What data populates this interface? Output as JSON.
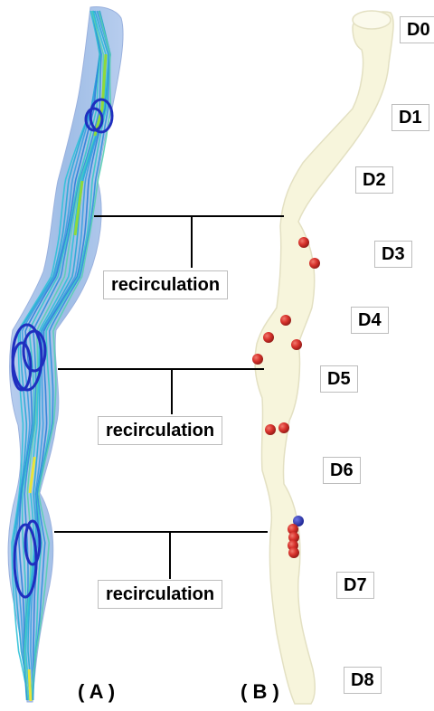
{
  "panels": {
    "a_label": "( A )",
    "b_label": "( B )"
  },
  "recirculation_labels": [
    "recirculation",
    "recirculation",
    "recirculation"
  ],
  "segments": [
    "D0",
    "D1",
    "D2",
    "D3",
    "D4",
    "D5",
    "D6",
    "D7",
    "D8"
  ],
  "colors": {
    "vessel_b": "#f7f5dc",
    "vessel_b_edge": "#e3e0c2",
    "vessel_a": "#b3c9ea",
    "streamline_blue": "#1f2fbf",
    "streamline_cyan": "#2ec1d8",
    "streamline_green": "#8fd93a",
    "streamline_yellow": "#e8e53a",
    "particle_red": "#d8322c",
    "particle_blue": "#2530c8",
    "connector": "#000000"
  }
}
